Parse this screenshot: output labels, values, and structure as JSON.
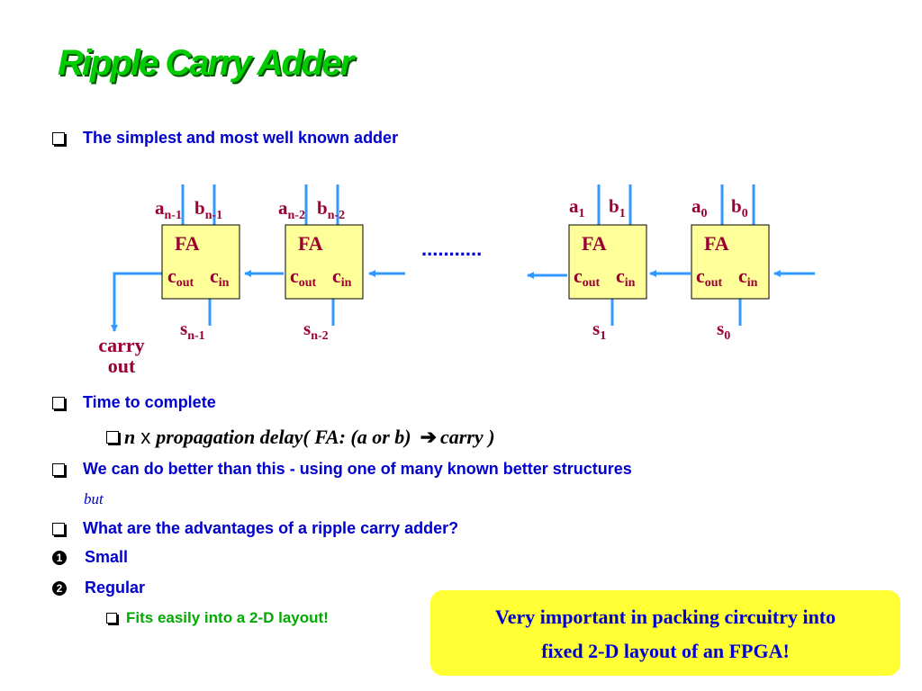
{
  "slide": {
    "title": "Ripple Carry Adder",
    "bullets": {
      "b1": "The simplest and most well known adder",
      "b2": "Time to complete",
      "sub_n": "n",
      "sub_x": "x",
      "sub_text": "propagation delay( FA: (a or b)",
      "sub_arrow": "➔",
      "sub_carry": "carry )",
      "b3": "We can do better than this - using one of many known better structures",
      "but": "but",
      "b4": "What are the advantages of a ripple carry adder?",
      "b5_num": "1",
      "b5": "Small",
      "b6_num": "2",
      "b6": "Regular",
      "b7": "Fits easily into a 2-D layout!"
    },
    "callout": {
      "line1": "Very important in packing circuitry into",
      "line2": "fixed 2-D layout of an FPGA!"
    }
  },
  "diagram": {
    "fa_label": "FA",
    "cout": "c",
    "cout_sub": "out",
    "cin": "c",
    "cin_sub": "in",
    "dots": "...........",
    "carry_out_line1": "carry",
    "carry_out_line2": "out",
    "adders": [
      {
        "a": "a",
        "a_sub": "n-1",
        "b": "b",
        "b_sub": "n-1",
        "s": "s",
        "s_sub": "n-1"
      },
      {
        "a": "a",
        "a_sub": "n-2",
        "b": "b",
        "b_sub": "n-2",
        "s": "s",
        "s_sub": "n-2"
      },
      {
        "a": "a",
        "a_sub": "1",
        "b": "b",
        "b_sub": "1",
        "s": "s",
        "s_sub": "1"
      },
      {
        "a": "a",
        "a_sub": "0",
        "b": "b",
        "b_sub": "0",
        "s": "s",
        "s_sub": "0"
      }
    ],
    "colors": {
      "box_fill": "#ffff99",
      "box_stroke": "#000000",
      "wire": "#3399ff",
      "label": "#990033",
      "title": "#00cc00",
      "bullet_text": "#0000cc",
      "sub_green": "#00aa00",
      "callout_fill": "#ffff33"
    }
  }
}
